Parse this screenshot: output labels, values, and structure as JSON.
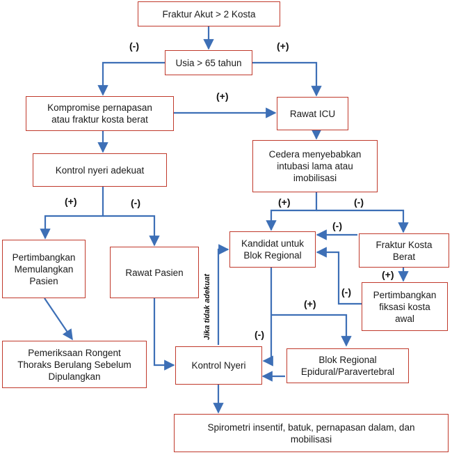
{
  "nodes": {
    "fraktur_akut": "Fraktur Akut > 2 Kosta",
    "usia": "Usia > 65 tahun",
    "kompromise": "Kompromise pernapasan\natau fraktur kosta berat",
    "rawat_icu": "Rawat ICU",
    "kontrol_nyeri_adekuat": "Kontrol nyeri adekuat",
    "cedera": "Cedera menyebabkan\nintubasi lama atau\nimobilisasi",
    "pertimbangkan_pulang": "Pertimbangkan\nMemulangkan\nPasien",
    "rawat_pasien": "Rawat Pasien",
    "kandidat": "Kandidat untuk\nBlok Regional",
    "fraktur_kosta_berat": "Fraktur Kosta\nBerat",
    "pertimbangkan_fiksasi": "Pertimbangkan\nfiksasi kosta\nawal",
    "pemeriksaan": "Pemeriksaan Rongent\nThoraks Berulang Sebelum\nDipulangkan",
    "kontrol_nyeri": "Kontrol Nyeri",
    "blok_regional": "Blok Regional\nEpidural/Paravertebral",
    "spirometri": "Spirometri insentif, batuk, pernapasan dalam, dan\nmobilisasi"
  },
  "labels": {
    "neg": "(-)",
    "pos": "(+)",
    "jika_tidak": "Jika tidak adekuat"
  },
  "colors": {
    "arrow": "#3d6fb6",
    "box_border": "#c0392b"
  }
}
